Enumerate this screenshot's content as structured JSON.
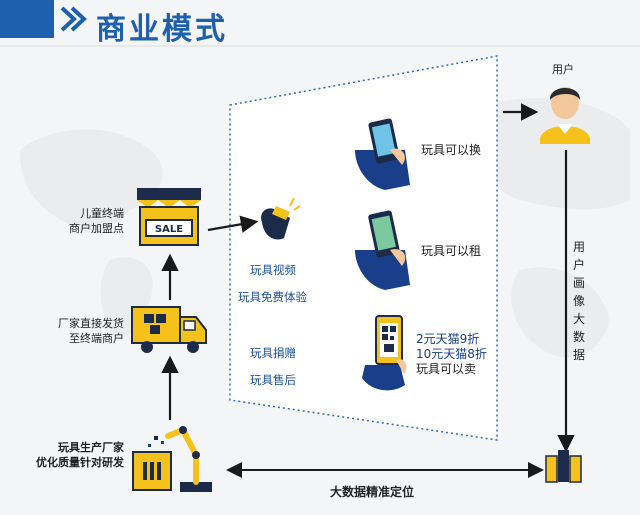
{
  "header": {
    "title": "商业模式"
  },
  "nodes": {
    "user": "用户",
    "store_line1": "儿童终端",
    "store_line2": "商户加盟点",
    "truck_line1": "厂家直接发货",
    "truck_line2": "至终端商户",
    "factory_line1": "玩具生产厂家",
    "factory_line2": "优化质量针对研发",
    "user_profile": "用户画像大数据",
    "bigdata_position": "大数据精准定位"
  },
  "services": {
    "video": "玩具视频",
    "free_trial": "玩具免费体验",
    "donate": "玩具捐赠",
    "after_sales": "玩具售后"
  },
  "phone_actions": {
    "exchange": "玩具可以换",
    "rent": "玩具可以租",
    "sell_line1": "2元天猫9折",
    "sell_line2": "10元天猫8折",
    "sell_line3": "玩具可以卖"
  },
  "sale_sign": "SALE",
  "colors": {
    "brand_blue": "#1e5fb0",
    "yellow": "#f5c21b",
    "navy": "#1c2b4a",
    "phone_blue": "#1a3f8a"
  }
}
